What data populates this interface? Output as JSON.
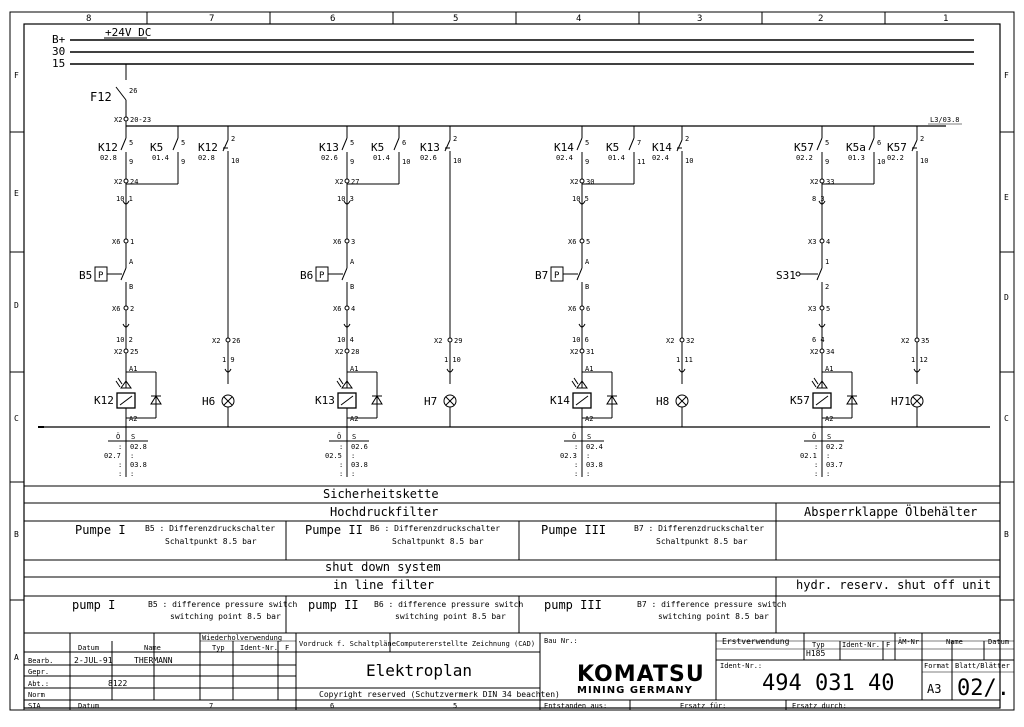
{
  "grid": {
    "columns": [
      "8",
      "7",
      "6",
      "5",
      "4",
      "3",
      "2",
      "1"
    ],
    "rows": [
      "F",
      "E",
      "D",
      "C",
      "B",
      "A"
    ]
  },
  "supply": {
    "voltage": "+24V DC",
    "rails": [
      "B+",
      "30",
      "15"
    ],
    "cross_ref": "L3/03.8"
  },
  "fuse": {
    "label": "F12",
    "pin": "26",
    "terminal": "X2",
    "terminal_pins": "20-23"
  },
  "circuits": [
    {
      "relay_contact": {
        "label": "K12",
        "ref": "02.8",
        "pins": [
          "5",
          "9"
        ]
      },
      "k5_contact": {
        "label": "K5",
        "ref": "01.4",
        "pins": [
          "5",
          "9"
        ]
      },
      "relay_nc": {
        "label": "K12",
        "ref": "02.8",
        "pins": [
          "2",
          "10"
        ]
      },
      "terminal_top": {
        "label": "X2",
        "pin": "24"
      },
      "connector_top": "10 1",
      "x6_top": {
        "label": "X6",
        "pin": "1"
      },
      "sensor": "B5",
      "sensor_pins": [
        "A",
        "B"
      ],
      "x6_bottom": {
        "label": "X6",
        "pin": "2"
      },
      "connector_bottom": "10 2",
      "terminal_bottom": {
        "label": "X2",
        "pin": "25"
      },
      "relay": "K12",
      "relay_pins": [
        "A1",
        "A2"
      ],
      "lamp_terminal": {
        "label": "X2",
        "pin": "26"
      },
      "lamp_connector": "1 9",
      "lamp": "H6",
      "xref": {
        "o": "Ö",
        "s": "S",
        "rows": [
          [
            "",
            "02.8"
          ],
          [
            "02.7",
            ""
          ],
          [
            "",
            "03.8"
          ],
          [
            "",
            ""
          ]
        ]
      }
    },
    {
      "relay_contact": {
        "label": "K13",
        "ref": "02.6",
        "pins": [
          "5",
          "9"
        ]
      },
      "k5_contact": {
        "label": "K5",
        "ref": "01.4",
        "pins": [
          "6",
          "10"
        ]
      },
      "relay_nc": {
        "label": "K13",
        "ref": "02.6",
        "pins": [
          "2",
          "10"
        ]
      },
      "terminal_top": {
        "label": "X2",
        "pin": "27"
      },
      "connector_top": "10 3",
      "x6_top": {
        "label": "X6",
        "pin": "3"
      },
      "sensor": "B6",
      "sensor_pins": [
        "A",
        "B"
      ],
      "x6_bottom": {
        "label": "X6",
        "pin": "4"
      },
      "connector_bottom": "10 4",
      "terminal_bottom": {
        "label": "X2",
        "pin": "28"
      },
      "relay": "K13",
      "relay_pins": [
        "A1",
        "A2"
      ],
      "lamp_terminal": {
        "label": "X2",
        "pin": "29"
      },
      "lamp_connector": "1 10",
      "lamp": "H7",
      "xref": {
        "o": "Ö",
        "s": "S",
        "rows": [
          [
            "",
            "02.6"
          ],
          [
            "02.5",
            ""
          ],
          [
            "",
            "03.8"
          ],
          [
            "",
            ""
          ]
        ]
      }
    },
    {
      "relay_contact": {
        "label": "K14",
        "ref": "02.4",
        "pins": [
          "5",
          "9"
        ]
      },
      "k5_contact": {
        "label": "K5",
        "ref": "01.4",
        "pins": [
          "7",
          "11"
        ]
      },
      "relay_nc": {
        "label": "K14",
        "ref": "02.4",
        "pins": [
          "2",
          "10"
        ]
      },
      "terminal_top": {
        "label": "X2",
        "pin": "30"
      },
      "connector_top": "10 5",
      "x6_top": {
        "label": "X6",
        "pin": "5"
      },
      "sensor": "B7",
      "sensor_pins": [
        "A",
        "B"
      ],
      "x6_bottom": {
        "label": "X6",
        "pin": "6"
      },
      "connector_bottom": "10 6",
      "terminal_bottom": {
        "label": "X2",
        "pin": "31"
      },
      "relay": "K14",
      "relay_pins": [
        "A1",
        "A2"
      ],
      "lamp_terminal": {
        "label": "X2",
        "pin": "32"
      },
      "lamp_connector": "1 11",
      "lamp": "H8",
      "xref": {
        "o": "Ö",
        "s": "S",
        "rows": [
          [
            "",
            "02.4"
          ],
          [
            "02.3",
            ""
          ],
          [
            "",
            "03.8"
          ],
          [
            "",
            ""
          ]
        ]
      }
    },
    {
      "relay_contact": {
        "label": "K57",
        "ref": "02.2",
        "pins": [
          "5",
          "9"
        ]
      },
      "k5_contact": {
        "label": "K5a",
        "ref": "01.3",
        "pins": [
          "6",
          "10"
        ]
      },
      "relay_nc": {
        "label": "K57",
        "ref": "02.2",
        "pins": [
          "2",
          "10"
        ]
      },
      "terminal_top": {
        "label": "X2",
        "pin": "33"
      },
      "connector_top": "8 3",
      "x6_top": {
        "label": "X3",
        "pin": "4"
      },
      "sensor": "S31",
      "sensor_pins": [
        "1",
        "2"
      ],
      "x6_bottom": {
        "label": "X3",
        "pin": "5"
      },
      "connector_bottom": "6 4",
      "terminal_bottom": {
        "label": "X2",
        "pin": "34"
      },
      "relay": "K57",
      "relay_pins": [
        "A1",
        "A2"
      ],
      "lamp_terminal": {
        "label": "X2",
        "pin": "35"
      },
      "lamp_connector": "1 12",
      "lamp": "H71",
      "xref": {
        "o": "Ö",
        "s": "S",
        "rows": [
          [
            "",
            "02.2"
          ],
          [
            "02.1",
            ""
          ],
          [
            "",
            "03.7"
          ],
          [
            "",
            ""
          ]
        ]
      }
    }
  ],
  "legend": {
    "de": {
      "safety_chain": "Sicherheitskette",
      "filter": "Hochdruckfilter",
      "shutoff": "Absperrklappe Ölbehälter",
      "pumps": [
        {
          "name": "Pumpe I",
          "sensor": "B5 : Differenzdruckschalter",
          "point": "Schaltpunkt 8.5 bar"
        },
        {
          "name": "Pumpe II",
          "sensor": "B6 : Differenzdruckschalter",
          "point": "Schaltpunkt 8.5 bar"
        },
        {
          "name": "Pumpe III",
          "sensor": "B7 : Differenzdruckschalter",
          "point": "Schaltpunkt 8.5 bar"
        }
      ]
    },
    "en": {
      "safety_chain": "shut down system",
      "filter": "in line filter",
      "shutoff": "hydr. reserv. shut off unit",
      "pumps": [
        {
          "name": "pump I",
          "sensor": "B5 : difference pressure switch",
          "point": "switching point 8.5 bar"
        },
        {
          "name": "pump II",
          "sensor": "B6 : difference pressure switch",
          "point": "switching point 8.5 bar"
        },
        {
          "name": "pump III",
          "sensor": "B7 : difference pressure switch",
          "point": "switching point 8.5 bar"
        }
      ]
    }
  },
  "title_block": {
    "datum_hdr": "Datum",
    "name_hdr": "Name",
    "wieder_hdr": "Wiederholverwendung",
    "typ_hdr": "Typ",
    "ident_hdr": "Ident-Nr.",
    "f_hdr": "F",
    "row_labels": [
      "Bearb.",
      "Gepr.",
      "Abt.:",
      "Norm",
      "SIA"
    ],
    "date": "2-JUL-91",
    "name": "THERMANN",
    "abt": "8122",
    "sia_datum": "Datum",
    "vordruck": "Vordruck f. Schaltpläne",
    "cad": "Computererstellte Zeichnung (CAD)",
    "title": "Elektroplan",
    "copyright": "Copyright reserved (Schutzvermerk DIN 34 beachten)",
    "bau_nr": "Bau Nr.:",
    "company_top": "KOMATSU",
    "company_bottom": "MINING GERMANY",
    "entstanden": "Entstanden aus:",
    "ersatz_fuer": "Ersatz für:",
    "ersatz_durch": "Ersatz durch:",
    "erstverwendung": "Erstverwendung",
    "typ_value": "H185",
    "am_nr": "ÄM-Nr",
    "name2": "Name",
    "datum2": "Datum",
    "ident_label": "Ident-Nr.:",
    "ident_value": "494 031 40",
    "format_hdr": "Format",
    "format_value": "A3",
    "blatt_hdr": "Blatt/Blätter",
    "blatt_value": "02/."
  }
}
